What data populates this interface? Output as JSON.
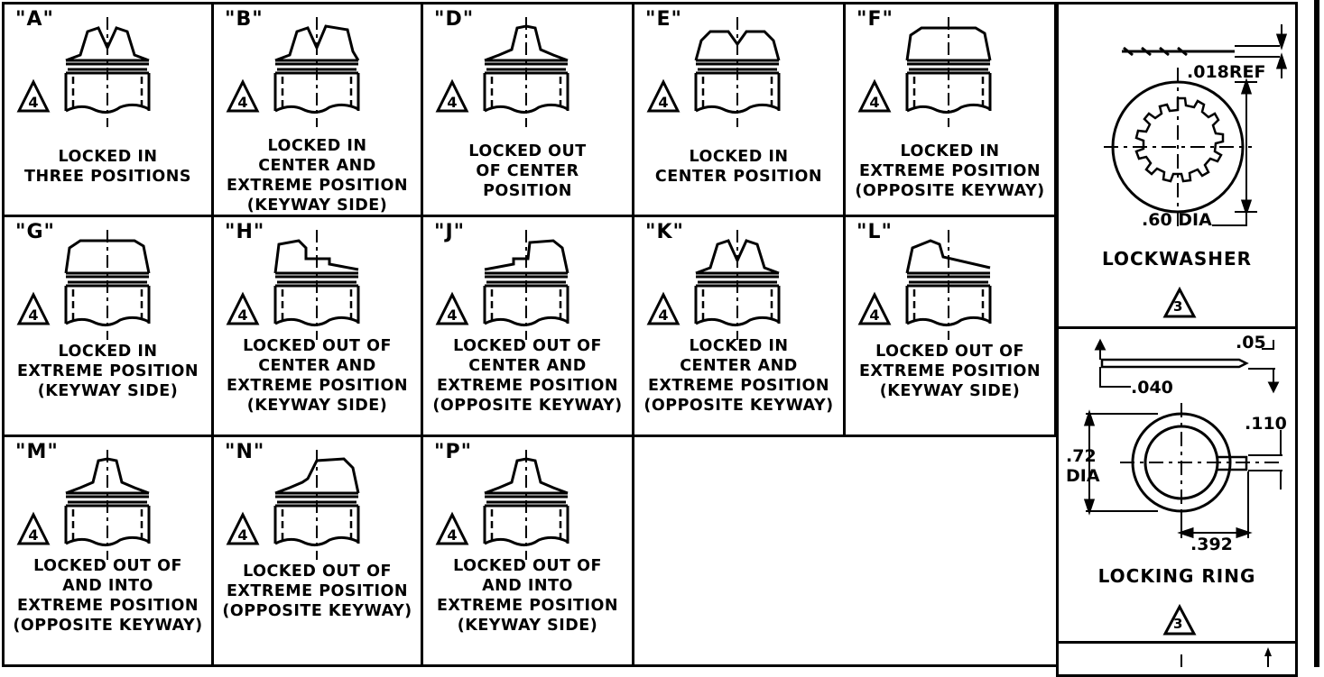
{
  "cells": [
    {
      "label": "\"A\"",
      "note": "4",
      "caption": [
        "LOCKED IN",
        "THREE POSITIONS"
      ]
    },
    {
      "label": "\"B\"",
      "note": "4",
      "caption": [
        "LOCKED IN",
        "CENTER AND",
        "EXTREME POSITION",
        "(KEYWAY SIDE)"
      ]
    },
    {
      "label": "\"D\"",
      "note": "4",
      "caption": [
        "LOCKED OUT",
        "OF CENTER",
        "POSITION"
      ]
    },
    {
      "label": "\"E\"",
      "note": "4",
      "caption": [
        "LOCKED IN",
        "CENTER POSITION"
      ]
    },
    {
      "label": "\"F\"",
      "note": "4",
      "caption": [
        "LOCKED IN",
        "EXTREME POSITION",
        "(OPPOSITE KEYWAY)"
      ]
    },
    {
      "label": "\"G\"",
      "note": "4",
      "caption": [
        "LOCKED IN",
        "EXTREME POSITION",
        "(KEYWAY SIDE)"
      ]
    },
    {
      "label": "\"H\"",
      "note": "4",
      "caption": [
        "LOCKED OUT OF",
        "CENTER AND",
        "EXTREME POSITION",
        "(KEYWAY SIDE)"
      ]
    },
    {
      "label": "\"J\"",
      "note": "4",
      "caption": [
        "LOCKED OUT OF",
        "CENTER AND",
        "EXTREME POSITION",
        "(OPPOSITE KEYWAY)"
      ]
    },
    {
      "label": "\"K\"",
      "note": "4",
      "caption": [
        "LOCKED IN",
        "CENTER AND",
        "EXTREME POSITION",
        "(OPPOSITE KEYWAY)"
      ]
    },
    {
      "label": "\"L\"",
      "note": "4",
      "caption": [
        "LOCKED OUT OF",
        "EXTREME POSITION",
        "(KEYWAY SIDE)"
      ]
    },
    {
      "label": "\"M\"",
      "note": "4",
      "caption": [
        "LOCKED OUT OF",
        "AND INTO",
        "EXTREME POSITION",
        "(OPPOSITE KEYWAY)"
      ]
    },
    {
      "label": "\"N\"",
      "note": "4",
      "caption": [
        "LOCKED OUT OF",
        "EXTREME POSITION",
        "(OPPOSITE KEYWAY)"
      ]
    },
    {
      "label": "\"P\"",
      "note": "4",
      "caption": [
        "LOCKED OUT OF",
        "AND INTO",
        "EXTREME POSITION",
        "(KEYWAY SIDE)"
      ]
    }
  ],
  "lockwasher": {
    "title": "LOCKWASHER",
    "ref_dim": ".018REF",
    "dia_dim": ".60 DIA",
    "note": "3"
  },
  "locking_ring": {
    "title": "LOCKING RING",
    "dim_05": ".05",
    "dim_040": ".040",
    "dim_110": ".110",
    "dim_72": ".72",
    "dim_dia": "DIA",
    "dim_392": ".392",
    "note": "3"
  }
}
